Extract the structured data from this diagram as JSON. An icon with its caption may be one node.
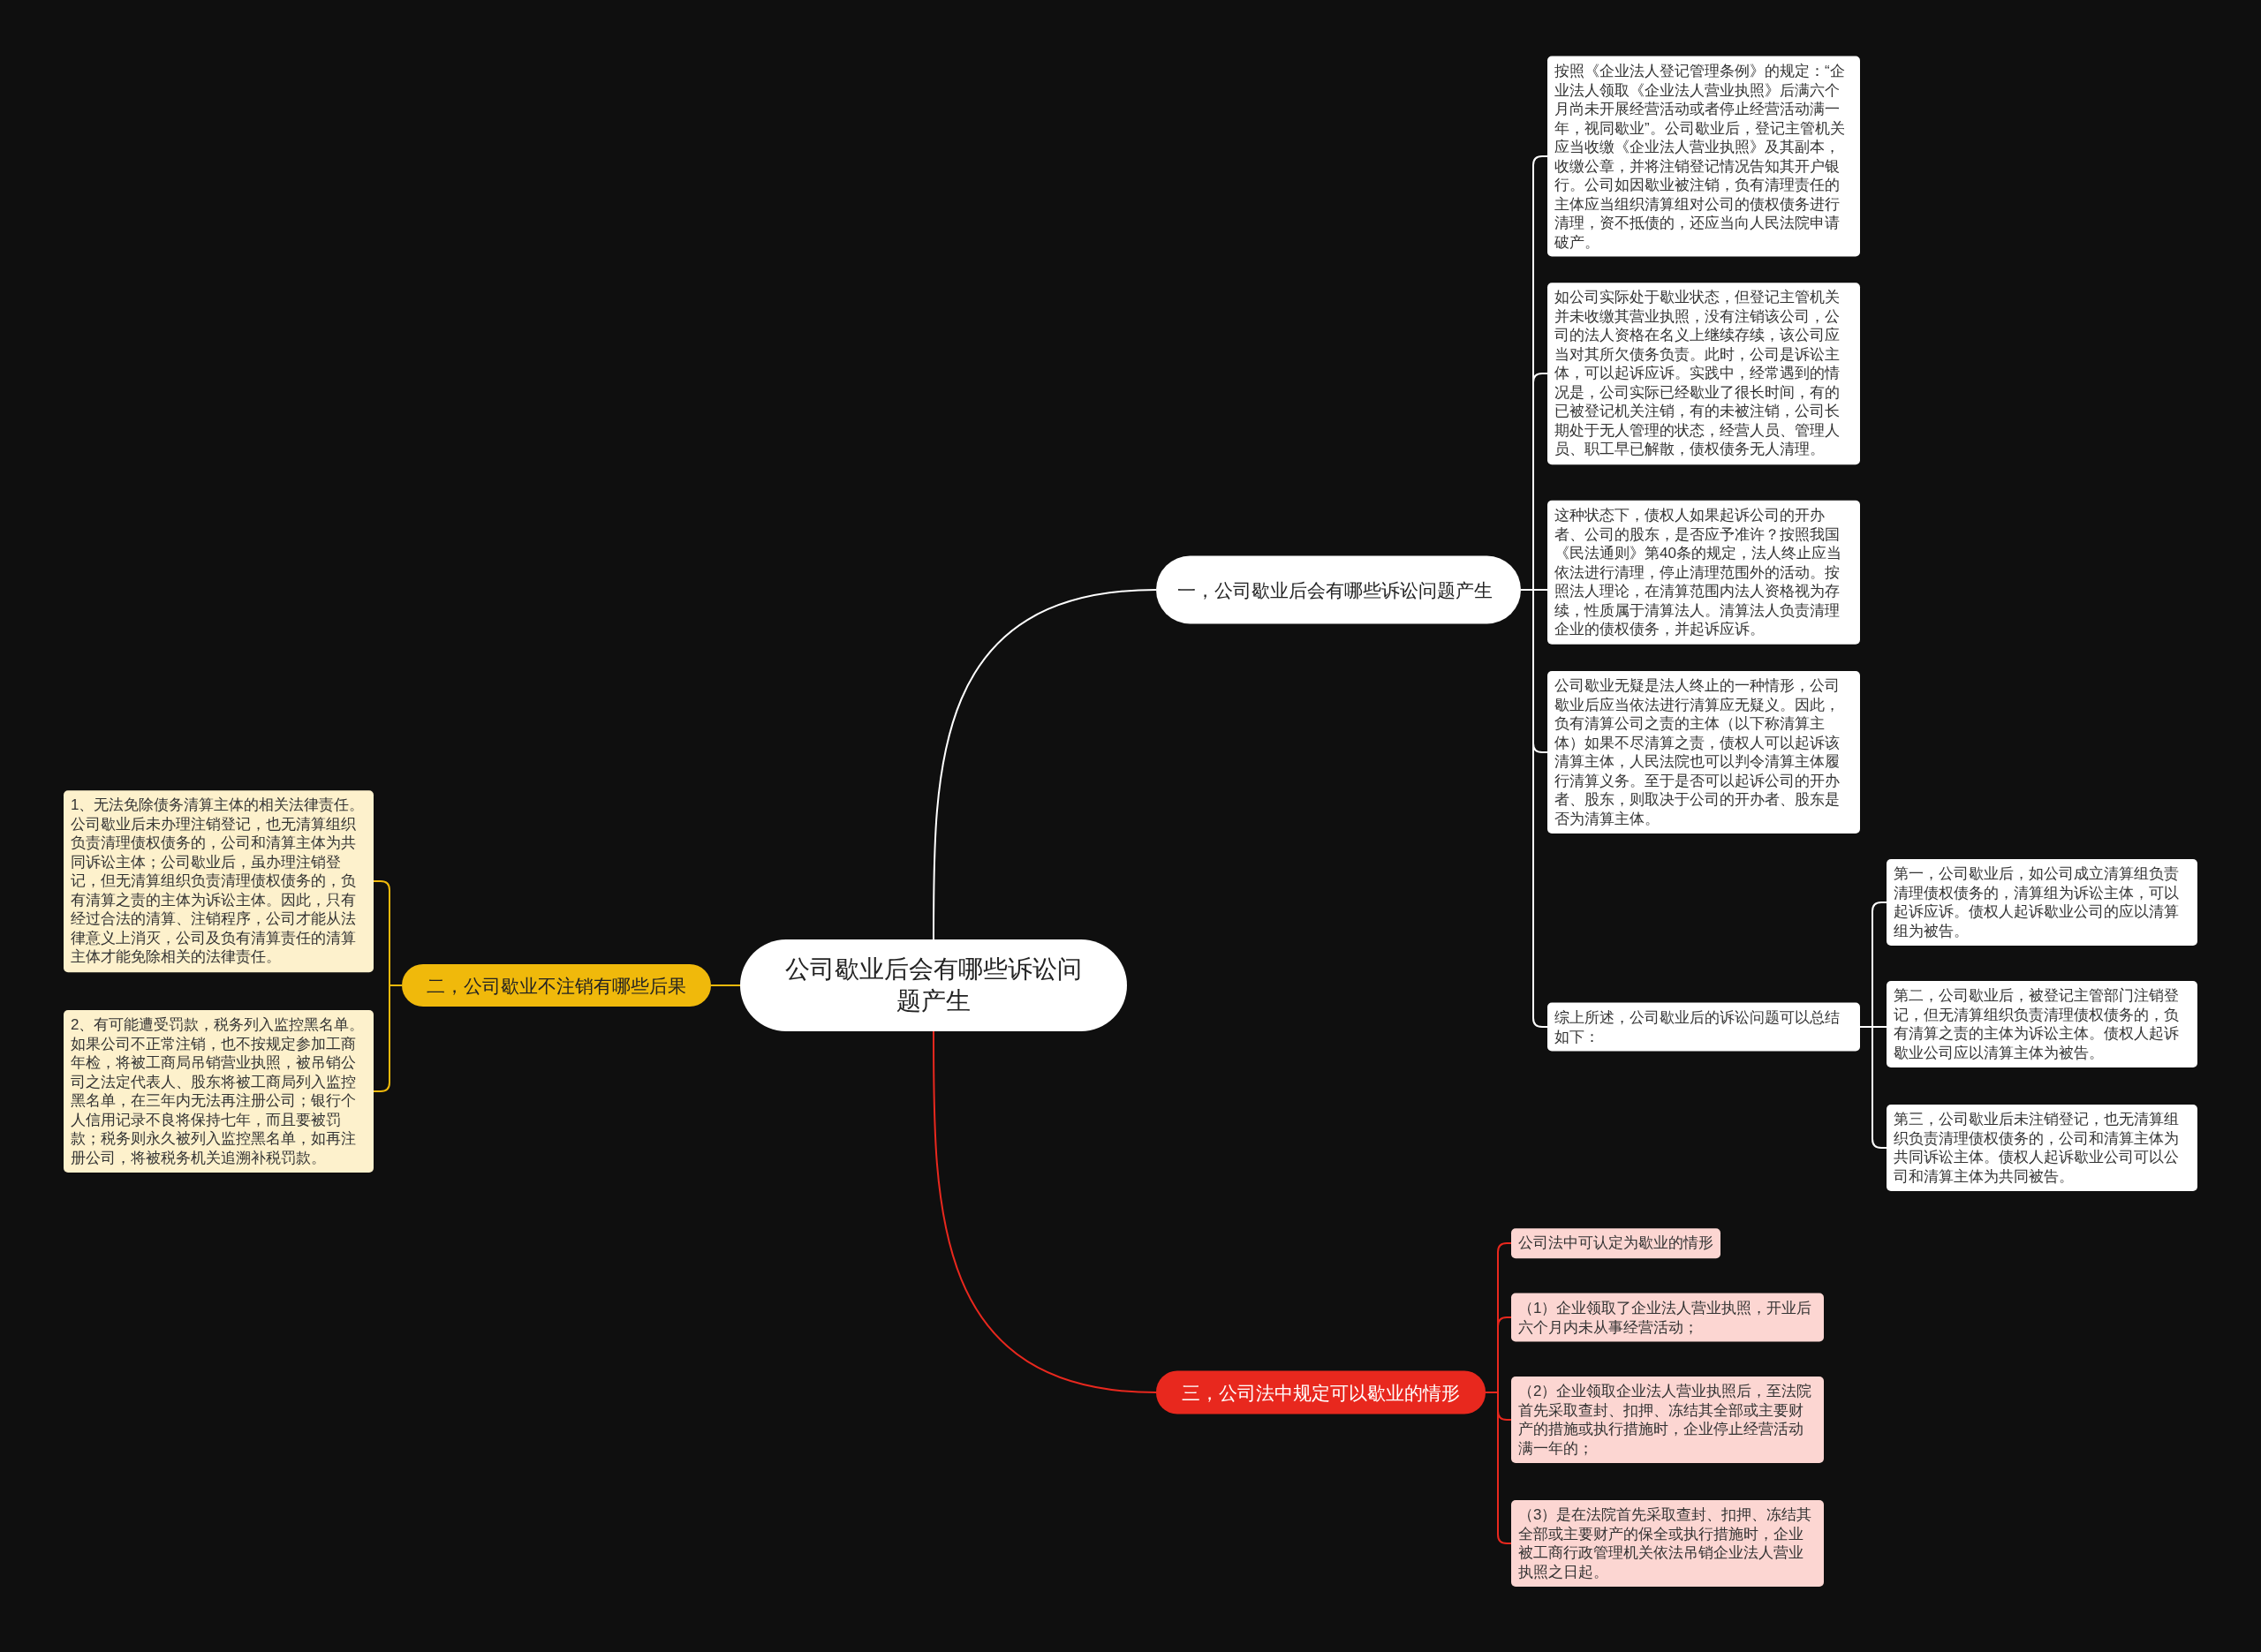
{
  "diagram": {
    "nodes": [
      {
        "text": [
          "公司歇业后会有哪些诉讼问题产生"
        ]
      },
      {
        "text": [
          "一，公司歇业后会有哪些诉讼问题产生"
        ]
      },
      {
        "text": [
          "按照《企业法人登记管理条例》的规定：“企业法人领取《企业法人营业执照》后满六个月尚未开展经营活动或者停止经营活动满一年，视同歇业”。公司歇业后，登记主管机关应当收缴《企业法人营业执照》及其副本，收缴公章，并将注销登记情况告知其开户银行。公司如因歇业被注销，负有清理责任的主体应当组织清算组对公司的债权债务进行清理，资不抵债的，还应当向人民法院申请破产。"
        ]
      },
      {
        "text": [
          "如公司实际处于歇业状态，但登记主管机关并未收缴其营业执照，没有注销该公司，公司的法人资格在名义上继续存续，该公司应当对其所欠债务负责。此时，公司是诉讼主体，可以起诉应诉。实践中，经常遇到的情况是，公司实际已经歇业了很长时间，有的已被登记机关注销，有的未被注销，公司长期处于无人管理的状态，经营人员、管理人员、职工早已解散，债权债务无人清理。"
        ]
      },
      {
        "text": [
          "这种状态下，债权人如果起诉公司的开办者、公司的股东，是否应予准许？按照我国《民法通则》第40条的规定，法人终止应当依法进行清理，停止清理范围外的活动。按照法人理论，在清算范围内法人资格视为存续，性质属于清算法人。清算法人负责清理企业的债权债务，并起诉应诉。"
        ]
      },
      {
        "text": [
          "公司歇业无疑是法人终止的一种情形，公司歇业后应当依法进行清算应无疑义。因此，负有清算公司之责的主体（以下称清算主体）如果不尽清算之责，债权人可以起诉该清算主体，人民法院也可以判令清算主体履行清算义务。至于是否可以起诉公司的开办者、股东，则取决于公司的开办者、股东是否为清算主体。"
        ]
      },
      {
        "text": [
          "综上所述，公司歇业后的诉讼问题可以总结如下："
        ]
      },
      {
        "text": [
          "第一，公司歇业后，如公司成立清算组负责清理债权债务的，清算组为诉讼主体，可以起诉应诉。债权人起诉歇业公司的应以清算组为被告。"
        ]
      },
      {
        "text": [
          "第二，公司歇业后，被登记主管部门注销登记，但无清算组织负责清理债权债务的，负有清算之责的主体为诉讼主体。债权人起诉歇业公司应以清算主体为被告。"
        ]
      },
      {
        "text": [
          "第三，公司歇业后未注销登记，也无清算组织负责清理债权债务的，公司和清算主体为共同诉讼主体。债权人起诉歇业公司可以公司和清算主体为共同被告。"
        ]
      },
      {
        "text": [
          "二，公司歇业不注销有哪些后果"
        ]
      },
      {
        "text": [
          "1、无法免除债务清算主体的相关法律责任。公司歇业后未办理注销登记，也无清算组织负责清理债权债务的，公司和清算主体为共同诉讼主体；公司歇业后，虽办理注销登记，但无清算组织负责清理债权债务的，负有清算之责的主体为诉讼主体。因此，只有经过合法的清算、注销程序，公司才能从法律意义上消灭，公司及负有清算责任的清算主体才能免除相关的法律责任。"
        ]
      },
      {
        "text": [
          "2、有可能遭受罚款，税务列入监控黑名单。如果公司不正常注销，也不按规定参加工商年检，将被工商局吊销营业执照，被吊销公司之法定代表人、股东将被工商局列入监控黑名单，在三年内无法再注册公司；银行个人信用记录不良将保持七年，而且要被罚款；税务则永久被列入监控黑名单，如再注册公司，将被税务机关追溯补税罚款。"
        ]
      },
      {
        "text": [
          "三，公司法中规定可以歇业的情形"
        ]
      },
      {
        "text": [
          "公司法中可认定为歇业的情形"
        ]
      },
      {
        "text": [
          "（1）企业领取了企业法人营业执照，开业后六个月内未从事经营活动；"
        ]
      },
      {
        "text": [
          "（2）企业领取企业法人营业执照后，至法院首先采取查封、扣押、冻结其全部或主要财产的措施或执行措施时，企业停止经营活动满一年的；"
        ]
      },
      {
        "text": [
          "（3）是在法院首先采取查封、扣押、冻结其全部或主要财产的保全或执行措施时，企业被工商行政管理机关依法吊销企业法人营业执照之日起。"
        ]
      }
    ],
    "edges": [
      {
        "from": 0,
        "to": 1,
        "arrow": "none"
      },
      {
        "from": 1,
        "to": 2,
        "arrow": "none"
      },
      {
        "from": 1,
        "to": 3,
        "arrow": "none"
      },
      {
        "from": 1,
        "to": 4,
        "arrow": "none"
      },
      {
        "from": 1,
        "to": 5,
        "arrow": "none"
      },
      {
        "from": 1,
        "to": 6,
        "arrow": "none"
      },
      {
        "from": 6,
        "to": 7,
        "arrow": "none"
      },
      {
        "from": 6,
        "to": 8,
        "arrow": "none"
      },
      {
        "from": 6,
        "to": 9,
        "arrow": "none"
      },
      {
        "from": 0,
        "to": 10,
        "arrow": "none",
        "color": "#f0b90b"
      },
      {
        "from": 10,
        "to": 11,
        "arrow": "none",
        "color": "#f0b90b"
      },
      {
        "from": 10,
        "to": 12,
        "arrow": "none",
        "color": "#f0b90b"
      },
      {
        "from": 0,
        "to": 13,
        "arrow": "none",
        "color": "#e8281e"
      },
      {
        "from": 13,
        "to": 14,
        "arrow": "none",
        "color": "#e8281e"
      },
      {
        "from": 13,
        "to": 15,
        "arrow": "none",
        "color": "#e8281e"
      },
      {
        "from": 13,
        "to": 16,
        "arrow": "none",
        "color": "#e8281e"
      },
      {
        "from": 13,
        "to": 17,
        "arrow": "none",
        "color": "#e8281e"
      }
    ]
  }
}
